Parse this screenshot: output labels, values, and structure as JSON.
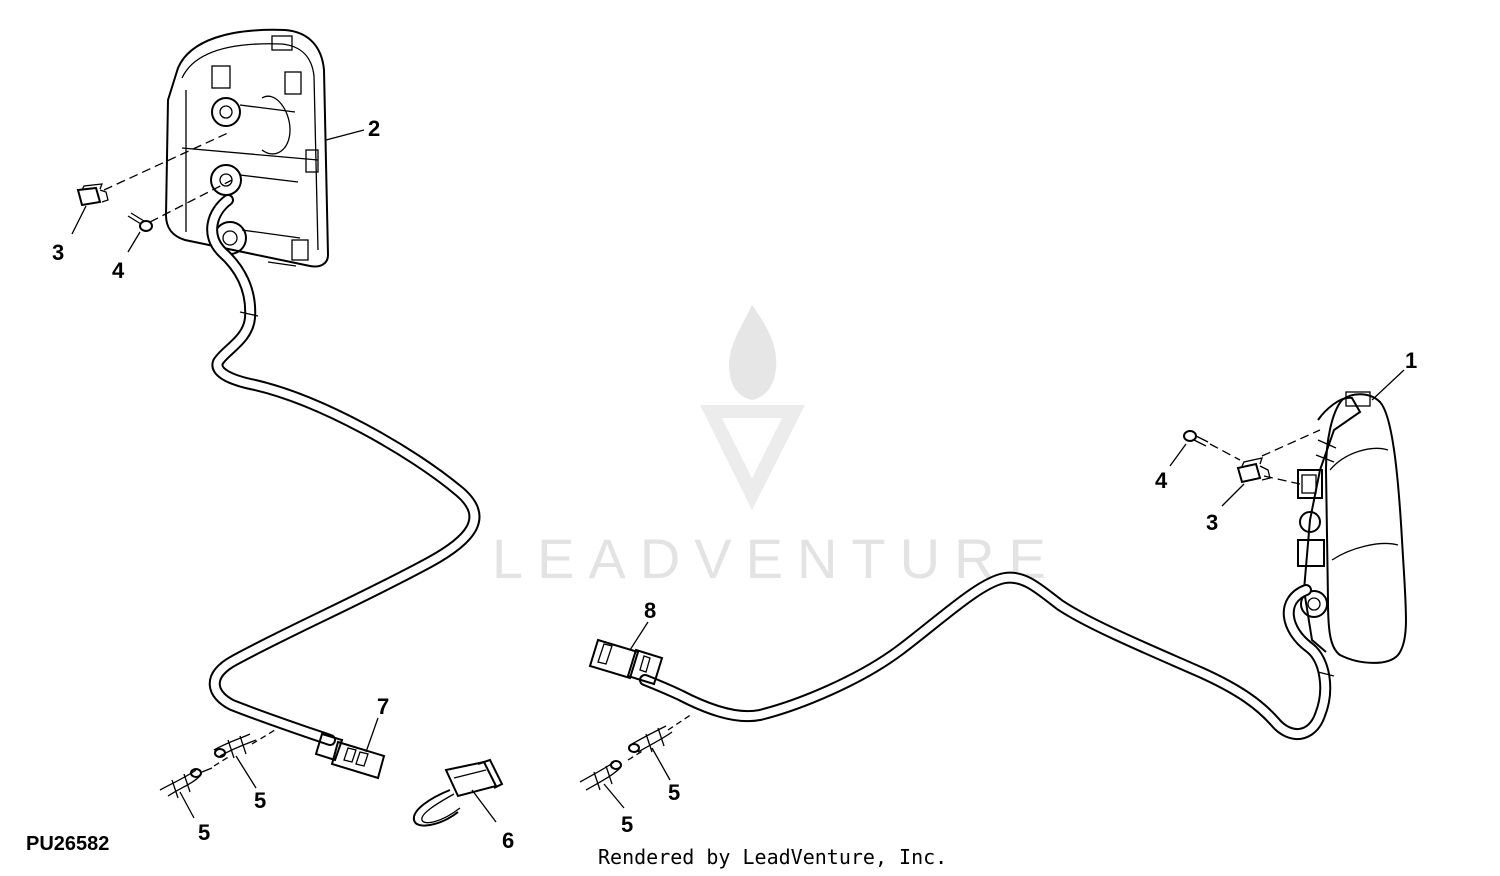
{
  "figure_id": "PU26582",
  "credit": "Rendered by LeadVenture, Inc.",
  "watermark": {
    "wordmark": "LEADVENTURE"
  },
  "callouts": {
    "c1": "1",
    "c2": "2",
    "c3a": "3",
    "c3b": "3",
    "c4a": "4",
    "c4b": "4",
    "c5a": "5",
    "c5b": "5",
    "c5c": "5",
    "c5d": "5",
    "c6": "6",
    "c7": "7",
    "c8": "8"
  },
  "colors": {
    "line": "#000000",
    "watermark": "#e3e3e3",
    "background": "#ffffff"
  }
}
